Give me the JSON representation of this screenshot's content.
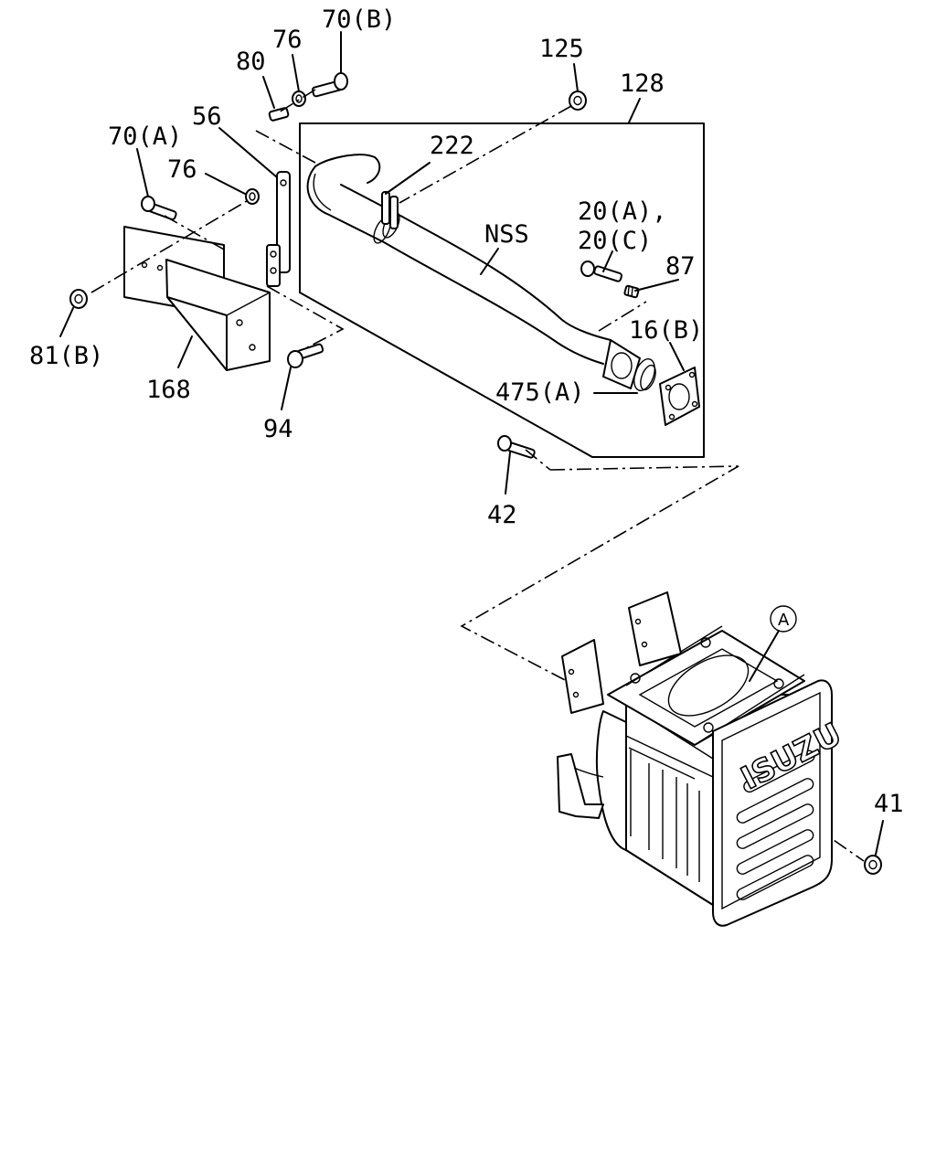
{
  "labels": {
    "l70b": "70(B)",
    "l76_top": "76",
    "l80": "80",
    "l125": "125",
    "l128": "128",
    "l56": "56",
    "l70a": "70(A)",
    "l222": "222",
    "l76_left": "76",
    "lnss": "NSS",
    "l20a": "20(A),",
    "l20c": "20(C)",
    "l87": "87",
    "l16b": "16(B)",
    "l81b": "81(B)",
    "l475a": "475(A)",
    "l168": "168",
    "l94": "94",
    "l42": "42",
    "l41": "41",
    "circle_a": "A"
  },
  "brand": {
    "name": "ISUZU"
  }
}
